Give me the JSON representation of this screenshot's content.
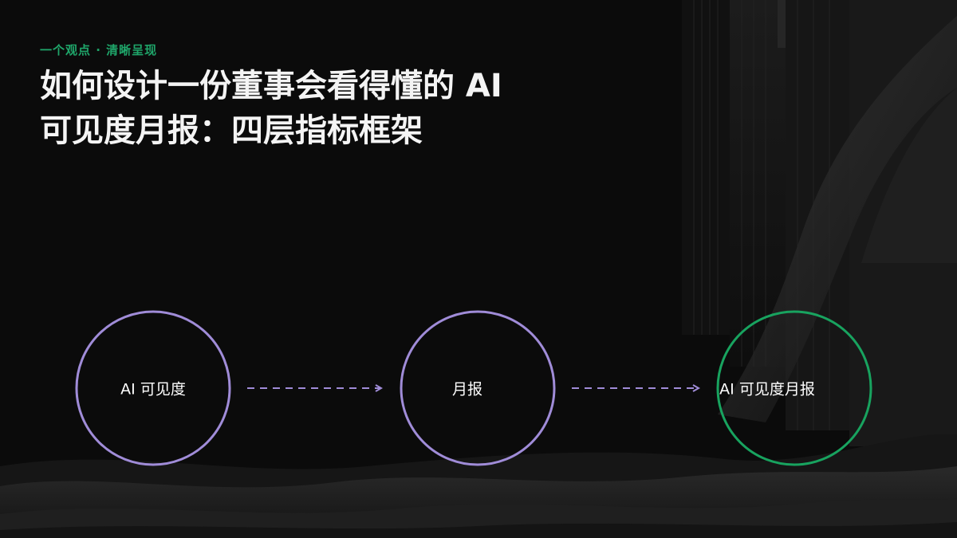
{
  "header": {
    "eyebrow": "一个观点 · 清晰呈现",
    "title_line1": "如何设计一份董事会看得懂的 AI",
    "title_line2": "可见度月报：四层指标框架"
  },
  "flow": {
    "nodes": [
      {
        "label": "AI 可见度",
        "color": "#a08cd8"
      },
      {
        "label": "月报",
        "color": "#a08cd8"
      },
      {
        "label": "AI 可见度月报",
        "color": "#18a35f"
      }
    ],
    "arrow_color": "#a08cd8"
  }
}
